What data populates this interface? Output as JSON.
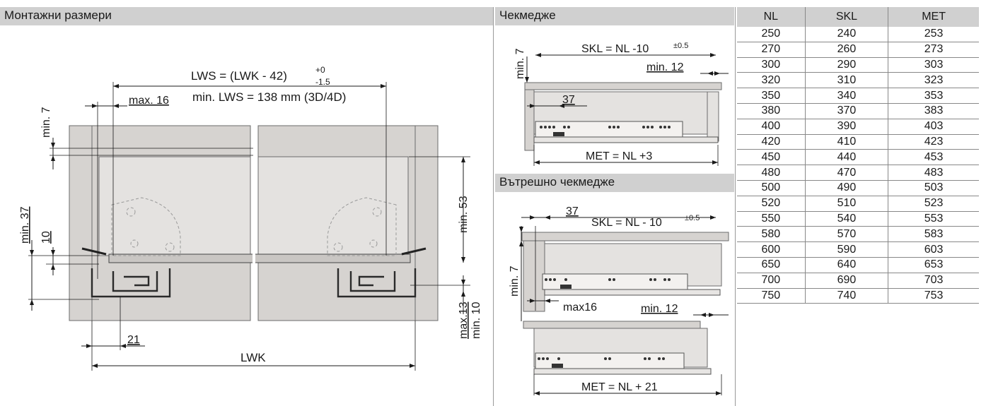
{
  "headers": {
    "mounting": "Монтажни размери",
    "drawer": "Чекмедже",
    "inner_drawer": "Вътрешно чекмедже"
  },
  "mounting": {
    "lws_formula": "LWS = (LWK - 42)",
    "tol_plus": "+0",
    "tol_minus": "-1.5",
    "min_lws": "min. LWS = 138 mm (3D/4D)",
    "max16": "max. 16",
    "min7": "min. 7",
    "min37": "min. 37",
    "ten": "10",
    "min53": "min. 53",
    "max13": "max.13",
    "min10": "min. 10",
    "twentyone": "21",
    "lwk": "LWK"
  },
  "drawer": {
    "skl": "SKL = NL -10",
    "skl_tol": "±0.5",
    "min7": "min. 7",
    "min12": "min. 12",
    "thirtyseven": "37",
    "met": "MET = NL +3"
  },
  "inner_drawer": {
    "thirtyseven": "37",
    "skl": "SKL = NL - 10",
    "skl_tol": "±0.5",
    "min7": "min. 7",
    "max16": "max16",
    "min12": "min. 12",
    "met": "MET = NL + 21"
  },
  "table": {
    "columns": [
      "NL",
      "SKL",
      "MET"
    ],
    "rows": [
      [
        "250",
        "240",
        "253"
      ],
      [
        "270",
        "260",
        "273"
      ],
      [
        "300",
        "290",
        "303"
      ],
      [
        "320",
        "310",
        "323"
      ],
      [
        "350",
        "340",
        "353"
      ],
      [
        "380",
        "370",
        "383"
      ],
      [
        "400",
        "390",
        "403"
      ],
      [
        "420",
        "410",
        "423"
      ],
      [
        "450",
        "440",
        "453"
      ],
      [
        "480",
        "470",
        "483"
      ],
      [
        "500",
        "490",
        "503"
      ],
      [
        "520",
        "510",
        "523"
      ],
      [
        "550",
        "540",
        "553"
      ],
      [
        "580",
        "570",
        "583"
      ],
      [
        "600",
        "590",
        "603"
      ],
      [
        "650",
        "640",
        "653"
      ],
      [
        "700",
        "690",
        "703"
      ],
      [
        "750",
        "740",
        "753"
      ]
    ]
  }
}
